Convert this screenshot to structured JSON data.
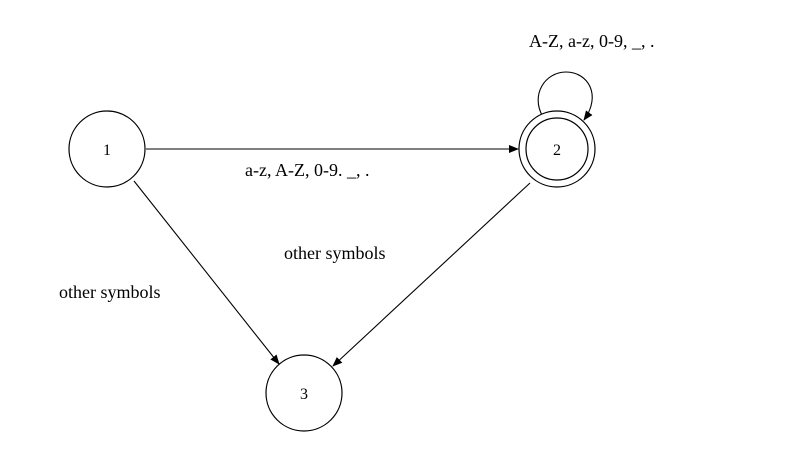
{
  "states": {
    "s1": {
      "label": "1"
    },
    "s2": {
      "label": "2",
      "accepting": true
    },
    "s3": {
      "label": "3"
    }
  },
  "transitions": {
    "t12": {
      "from": "1",
      "to": "2",
      "label": "a-z, A-Z, 0-9. _, ."
    },
    "t22": {
      "from": "2",
      "to": "2",
      "label": "A-Z, a-z, 0-9, _, ."
    },
    "t13": {
      "from": "1",
      "to": "3",
      "label": "other symbols"
    },
    "t23": {
      "from": "2",
      "to": "3",
      "label": "other symbols"
    }
  },
  "colors": {
    "stroke": "#000000",
    "background": "#ffffff"
  }
}
